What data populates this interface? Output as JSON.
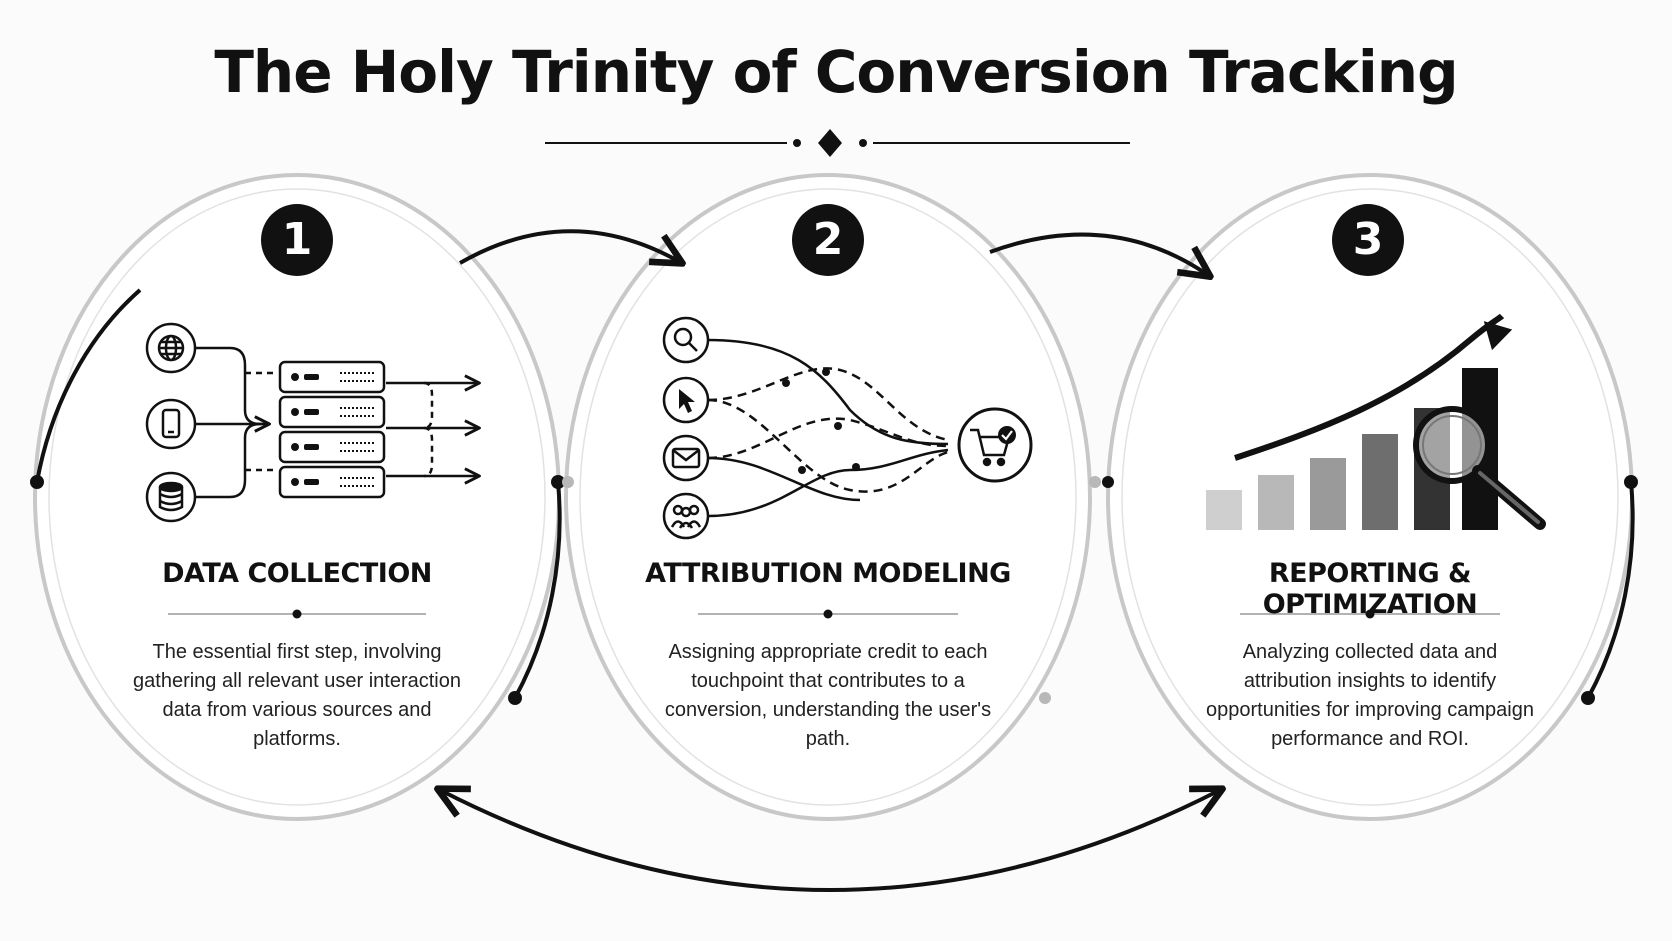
{
  "title": "The Holy Trinity of Conversion Tracking",
  "steps": [
    {
      "number": "1",
      "heading": "DATA COLLECTION",
      "description": "The essential first step, involving gathering all relevant user interaction data from various sources and platforms."
    },
    {
      "number": "2",
      "heading": "ATTRIBUTION MODELING",
      "description": "Assigning appropriate credit to each touchpoint that contributes to a conversion, understanding the user's path."
    },
    {
      "number": "3",
      "heading": "REPORTING & OPTIMIZATION",
      "description": "Analyzing collected data and attribution insights to identify opportunities for improving campaign performance and ROI."
    }
  ],
  "icons": {
    "step1": [
      "globe-icon",
      "smartphone-icon",
      "database-icon",
      "server-stack-icon"
    ],
    "step2": [
      "search-icon",
      "cursor-icon",
      "email-icon",
      "people-icon",
      "cart-check-icon"
    ],
    "step3": [
      "bar-chart-icon",
      "trend-arrow-icon",
      "magnifier-icon"
    ]
  },
  "colors": {
    "ink": "#111111",
    "ring": "#c8c8c8",
    "background": "#fbfbfb"
  }
}
